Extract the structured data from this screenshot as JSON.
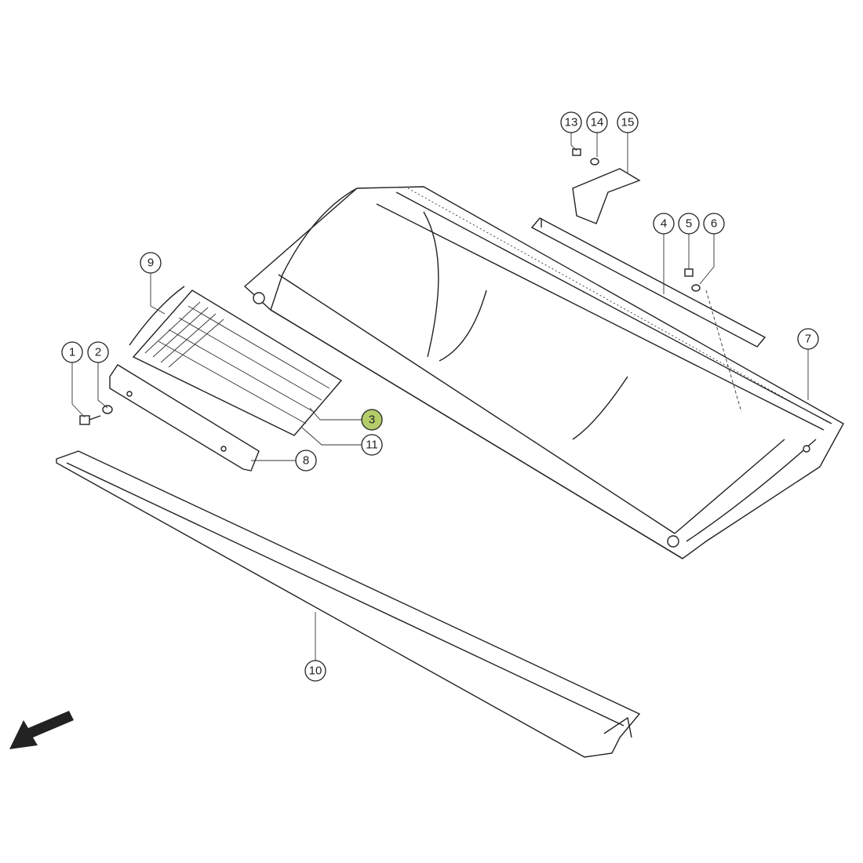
{
  "diagram": {
    "highlight_color": "#b5cc6a",
    "callouts": [
      {
        "id": "1",
        "label": "1"
      },
      {
        "id": "2",
        "label": "2"
      },
      {
        "id": "3",
        "label": "3",
        "highlighted": true
      },
      {
        "id": "4",
        "label": "4"
      },
      {
        "id": "5",
        "label": "5"
      },
      {
        "id": "6",
        "label": "6"
      },
      {
        "id": "7",
        "label": "7"
      },
      {
        "id": "8",
        "label": "8"
      },
      {
        "id": "9",
        "label": "9"
      },
      {
        "id": "10",
        "label": "10"
      },
      {
        "id": "11",
        "label": "11"
      },
      {
        "id": "13",
        "label": "13"
      },
      {
        "id": "14",
        "label": "14"
      },
      {
        "id": "15",
        "label": "15"
      }
    ],
    "direction_icon": "arrow-down-left-icon"
  }
}
